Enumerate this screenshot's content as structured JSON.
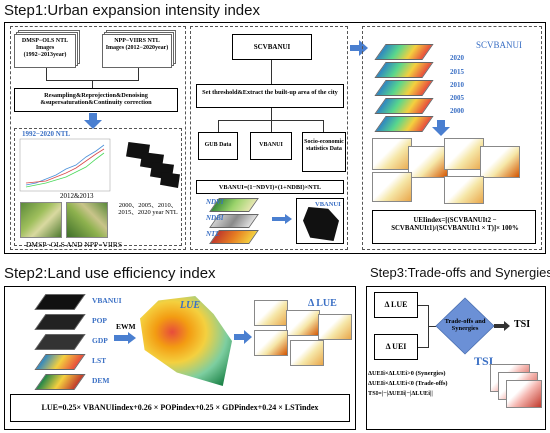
{
  "step1": {
    "title": "Step1:Urban expansion intensity index",
    "dmsp_box": "DMSP−OLS NTL Images (1992−2013year)",
    "npp_box": "NPP−VIIRS NTL Images (2012−2020year)",
    "resampling": "Resampling&Reprojection&Denoising &supersaturation&Continuity correction",
    "ntl_range": "1992−2020 NTL",
    "years_2012_2013": "2012&2013",
    "years_list": "2000、2005、2010、2015、2020 year NTL",
    "dmsp_npp": "DMSP−OLS AND NPP−VIIRS",
    "scvbanui_box": "SCVBANUI",
    "threshold": "Set threshold&Extract the built-up area of the city",
    "gub": "GUB Data",
    "vbanui": "VBANUI",
    "socio": "Socio-economic statistics Data",
    "vbanui_formula": "VBANUI=(1−NDVI)×(1+NDBI)×NTL",
    "layer_ndvi": "NDVI",
    "layer_ndbi": "NDBI",
    "layer_ntl": "NTL",
    "vbanui_map": "VBANUI",
    "scvbanui_title": "SCVBANUI",
    "years": [
      "2020",
      "2015",
      "2010",
      "2005",
      "2000"
    ],
    "uei_formula": "UEIindex=[(SCVBANUIt2 − SCVBANUIt1)/(SCVBANUIt1 × T)]× 100%"
  },
  "step2": {
    "title": "Step2:Land use efficiency index",
    "layers": [
      "VBANUI",
      "POP",
      "GDP",
      "LST",
      "DEM"
    ],
    "ewm": "EWM",
    "lue_map": "LUE",
    "delta_lue": "Δ LUE",
    "formula": "LUE=0.25× VBANUIindex+0.26 × POPindex+0.25 × GDPindex+0.24 × LSTindex"
  },
  "step3": {
    "title": "Step3:Trade-offs and Synergies",
    "delta_lue": "Δ LUE",
    "delta_uei": "Δ UEI",
    "diamond": "Trade-offs and Synergies",
    "tsi": "TSI",
    "tsi_map": "TSI",
    "rule1": "ΔUEIi×ΔLUEi>0 (Synergies)",
    "rule2": "ΔUEIi×ΔLUEi<0 (Trade-offs)",
    "rule3": "TSI=|−|ΔUEIi|−|ΔLUEi||"
  },
  "colors": {
    "accent": "#3a6fc4",
    "arrow": "#4a7fd0",
    "diamond": "#6b90d6"
  }
}
